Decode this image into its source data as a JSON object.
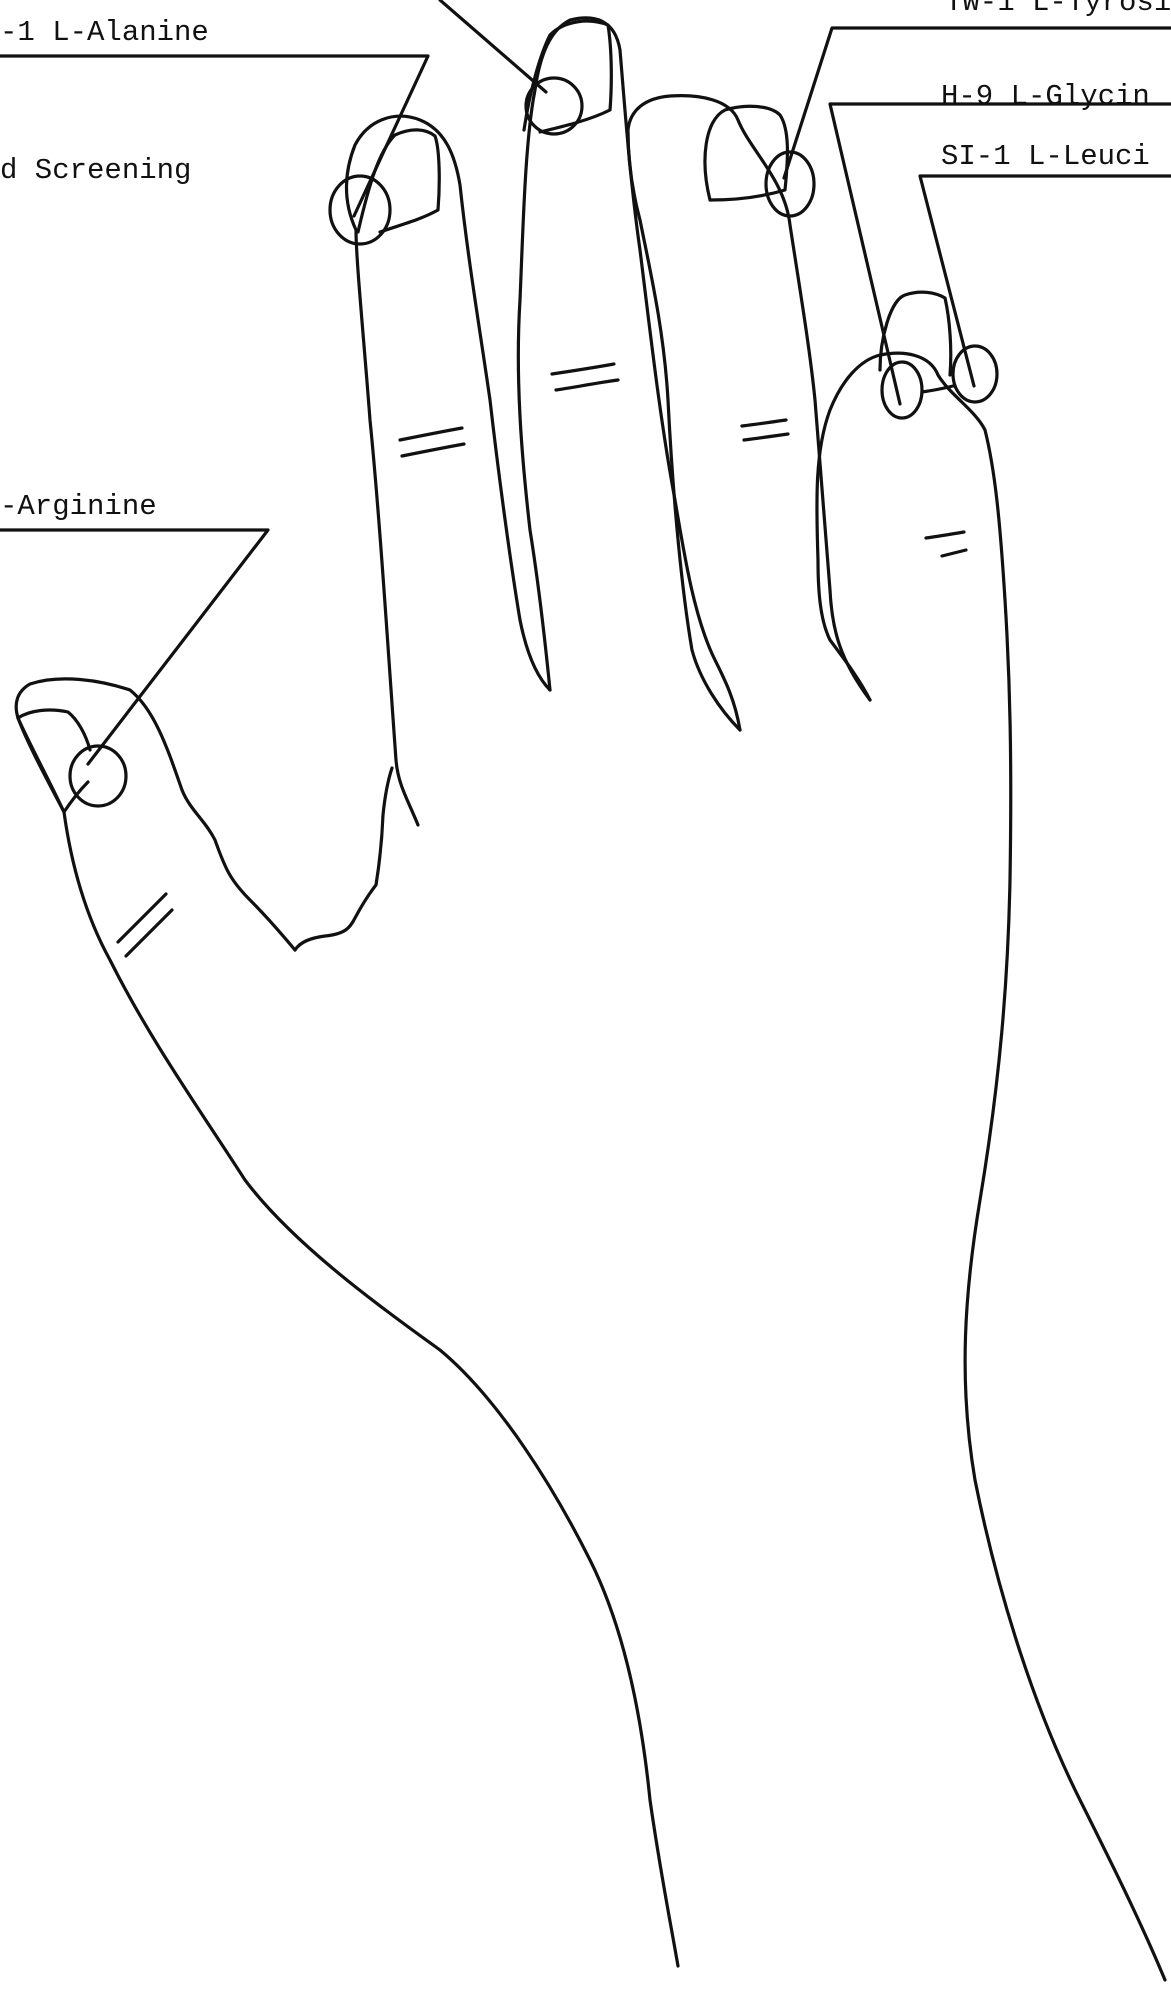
{
  "labels": {
    "alanine": "-1 L-Alanine",
    "screening": "d Screening",
    "arginine": "-Arginine",
    "tyrosine": "TW-1 L-Tyrosi",
    "glycine": "H-9 L-Glycin",
    "leucine": "SI-1 L-Leuci"
  },
  "colors": {
    "ink": "#111111",
    "background": "#ffffff"
  }
}
